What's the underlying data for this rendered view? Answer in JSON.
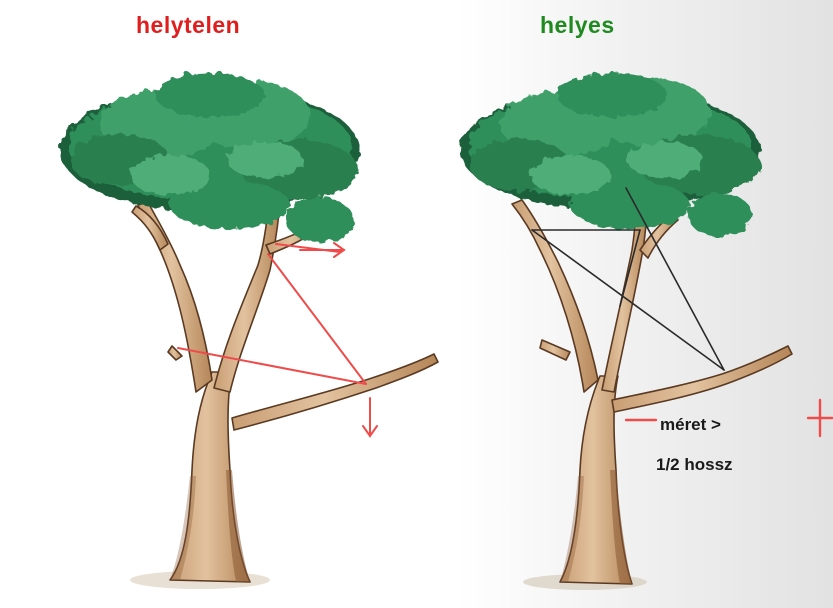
{
  "labels": {
    "incorrect": "helytelen",
    "correct": "helyes"
  },
  "annotation": {
    "line1": "méret >",
    "line2": "1/2 hossz",
    "minus": "−",
    "plus": "+"
  },
  "colors": {
    "incorrect": "#e01e1e",
    "correct": "#1f8a1f",
    "foliage": "#2f8f5a",
    "foliage_dark": "#1b5e3a",
    "foliage_light": "#4fae78",
    "bark": "#d9b38c",
    "bark_shadow": "#8a5a35",
    "red_lines": "#ef4b4b",
    "black_lines": "#2a2a2a"
  },
  "icons": [
    "tree-incorrect-illustration",
    "tree-correct-illustration",
    "arrow-right-icon",
    "arrow-down-icon"
  ]
}
